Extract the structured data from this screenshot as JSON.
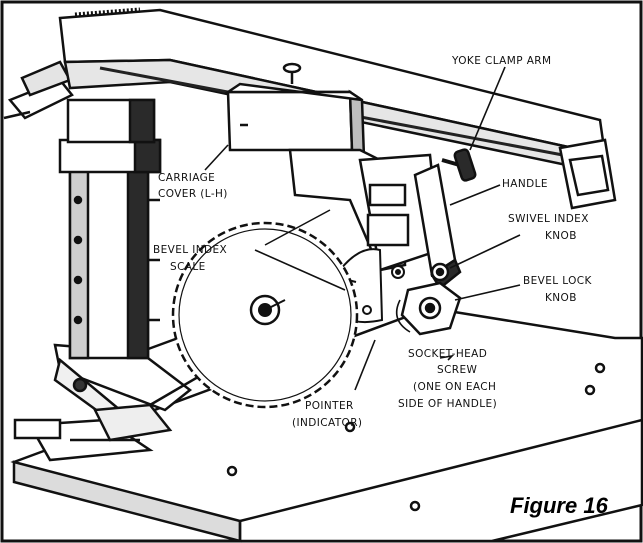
{
  "figure": {
    "caption": "Figure 16",
    "colors": {
      "ink": "#111111",
      "paper": "#ffffff",
      "shade": "#2a2a2a"
    }
  },
  "labels": {
    "yoke_clamp_arm": "YOKE CLAMP ARM",
    "carriage_cover_1": "CARRIAGE",
    "carriage_cover_2": "COVER (L-H)",
    "handle": "HANDLE",
    "swivel_index_knob_1": "SWIVEL INDEX",
    "swivel_index_knob_2": "KNOB",
    "bevel_index_scale_1": "BEVEL INDEX",
    "bevel_index_scale_2": "SCALE",
    "bevel_lock_knob_1": "BEVEL LOCK",
    "bevel_lock_knob_2": "KNOB",
    "socket_head_screw_1": "SOCKET-HEAD",
    "socket_head_screw_2": "SCREW",
    "socket_head_screw_3": "(ONE ON EACH",
    "socket_head_screw_4": "SIDE OF HANDLE)",
    "pointer_1": "POINTER",
    "pointer_2": "(INDICATOR)"
  }
}
